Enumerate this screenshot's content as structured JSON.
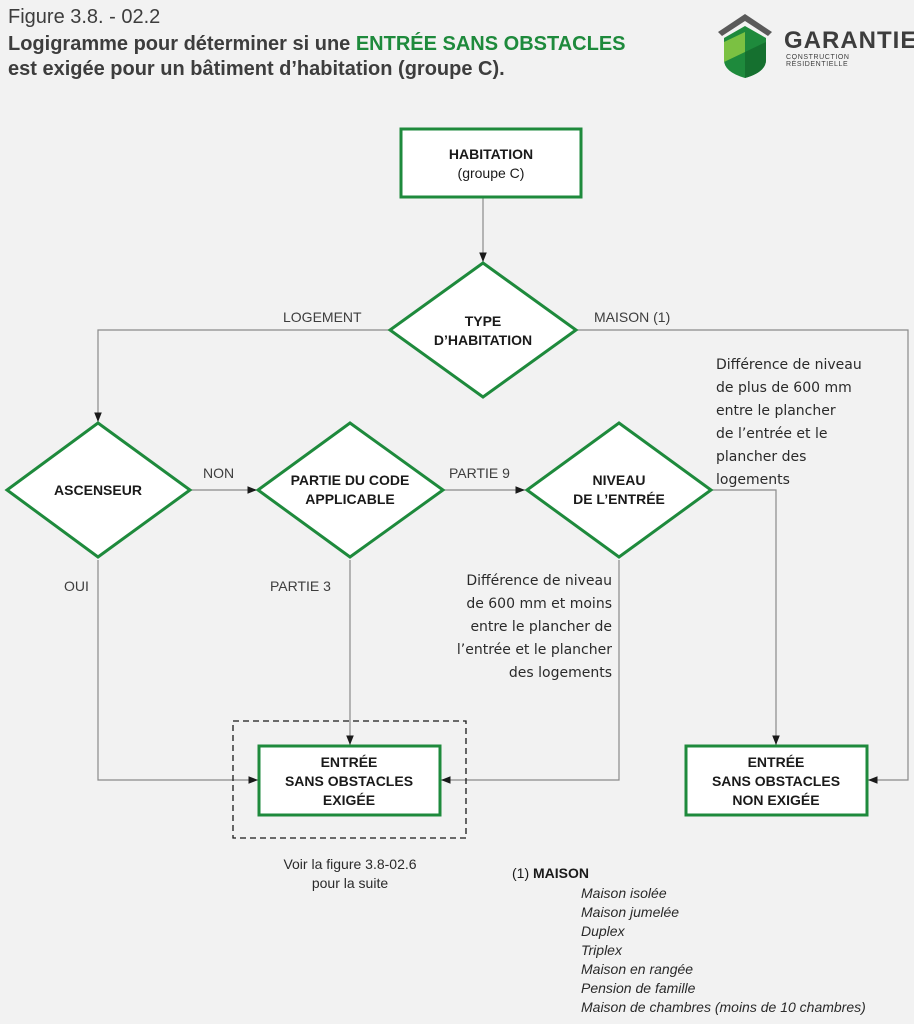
{
  "header": {
    "figure_number": "Figure 3.8. - 02.2",
    "title_part1": "Logigramme pour déterminer si une ",
    "title_accent": "ENTRÉE SANS OBSTACLES",
    "title_line2": "est exigée pour un bâtiment d’habitation (groupe C)."
  },
  "logo": {
    "name": "GARANTIE",
    "tagline": "CONSTRUCTION RÉSIDENTIELLE"
  },
  "colors": {
    "accent": "#1e8a3c",
    "background": "#f2f2f2",
    "line": "#8a8a8a"
  },
  "nodes": {
    "habitation": {
      "line1": "HABITATION",
      "line2": "(groupe C)"
    },
    "type": {
      "line1": "TYPE",
      "line2": "D’HABITATION"
    },
    "ascenseur": {
      "line1": "ASCENSEUR"
    },
    "partie": {
      "line1": "PARTIE DU CODE",
      "line2": "APPLICABLE"
    },
    "niveau": {
      "line1": "NIVEAU",
      "line2": "DE L’ENTRÉE"
    },
    "exigee": {
      "line1": "ENTRÉE",
      "line2": "SANS OBSTACLES",
      "line3": "EXIGÉE"
    },
    "non_exigee": {
      "line1": "ENTRÉE",
      "line2": "SANS OBSTACLES",
      "line3": "NON EXIGÉE"
    }
  },
  "edges": {
    "logement": "LOGEMENT",
    "maison": "MAISON (1)",
    "non": "NON",
    "oui": "OUI",
    "partie9": "PARTIE 9",
    "partie3": "PARTIE 3"
  },
  "notes": {
    "plus_600": [
      "Différence de niveau",
      "de plus de 600 mm",
      "entre le plancher",
      "de l’entrée et le",
      "plancher des",
      "logements"
    ],
    "moins_600": [
      "Différence de niveau",
      "de 600 mm et moins",
      "entre le plancher de",
      "l’entrée et le plancher",
      "des logements"
    ]
  },
  "see_also": [
    "Voir la figure 3.8-02.6",
    "pour la suite"
  ],
  "footnote": {
    "marker": "(1) ",
    "title": "MAISON",
    "items": [
      "Maison isolée",
      "Maison jumelée",
      "Duplex",
      "Triplex",
      "Maison en rangée",
      "Pension de famille",
      "Maison de chambres (moins de 10 chambres)"
    ]
  }
}
